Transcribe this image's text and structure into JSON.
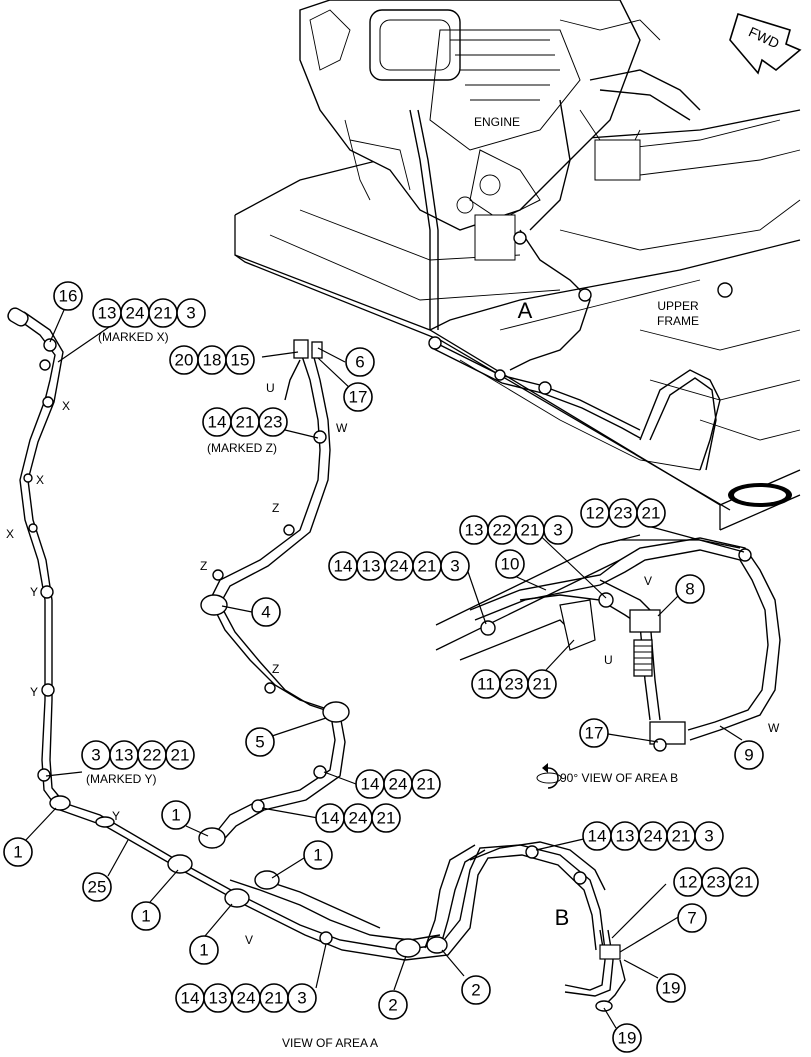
{
  "labels": {
    "engine": "ENGINE",
    "fwd": "FWD",
    "area_a": "A",
    "area_b": "B",
    "upper_frame_1": "UPPER",
    "upper_frame_2": "FRAME",
    "view_area_a": "VIEW OF AREA A",
    "view_area_b": "90° VIEW OF AREA B",
    "marked_x": "(MARKED X)",
    "marked_z": "(MARKED Z)",
    "marked_y": "(MARKED Y)",
    "letter_x": "X",
    "letter_y": "Y",
    "letter_z": "Z",
    "letter_u": "U",
    "letter_v": "V",
    "letter_w": "W"
  },
  "callouts": {
    "c16": "16",
    "g13_24_21_3": [
      "13",
      "24",
      "21",
      "3"
    ],
    "g20_18_15": [
      "20",
      "18",
      "15"
    ],
    "c6": "6",
    "c17a": "17",
    "g14_21_23": [
      "14",
      "21",
      "23"
    ],
    "c4": "4",
    "c5": "5",
    "g14_24_21_a": [
      "14",
      "24",
      "21"
    ],
    "g14_24_21_b": [
      "14",
      "24",
      "21"
    ],
    "g3_13_22_21": [
      "3",
      "13",
      "22",
      "21"
    ],
    "c1a": "1",
    "c25": "25",
    "c1b": "1",
    "c1c": "1",
    "c1d": "1",
    "c1e": "1",
    "g14_13_24_21_3_bottom": [
      "14",
      "13",
      "24",
      "21",
      "3"
    ],
    "c2a": "2",
    "c2b": "2",
    "g13_22_21_3": [
      "13",
      "22",
      "21",
      "3"
    ],
    "g12_23_21_top": [
      "12",
      "23",
      "21"
    ],
    "c10": "10",
    "g14_13_24_21_3_mid": [
      "14",
      "13",
      "24",
      "21",
      "3"
    ],
    "c8": "8",
    "g11_23_21": [
      "11",
      "23",
      "21"
    ],
    "c17b": "17",
    "c9": "9",
    "g14_13_24_21_3_right": [
      "14",
      "13",
      "24",
      "21",
      "3"
    ],
    "g12_23_21_right": [
      "12",
      "23",
      "21"
    ],
    "c7": "7",
    "c19a": "19",
    "c19b": "19"
  }
}
